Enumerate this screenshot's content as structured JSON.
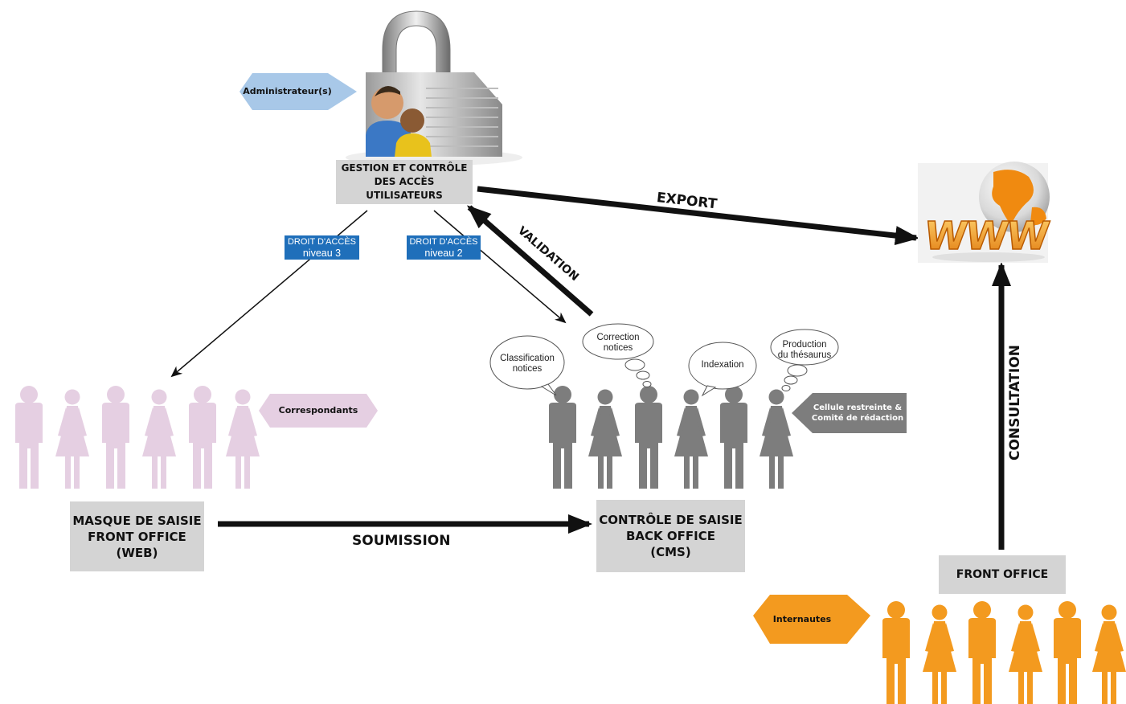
{
  "admin": {
    "role_label": "Administrateur(s)",
    "box": {
      "line1": "GESTION ET CONTRÔLE",
      "line2": "DES ACCÈS UTILISATEURS"
    },
    "icon": "padlock-with-users-icon"
  },
  "access_badges": [
    {
      "line1": "DROIT D'ACCÈS",
      "line2": "niveau 3"
    },
    {
      "line1": "DROIT D'ACCÈS",
      "line2": "niveau 2"
    }
  ],
  "flows": {
    "export": "EXPORT",
    "validation": "VALIDATION",
    "soumission": "SOUMISSION",
    "consultation": "CONSULTATION"
  },
  "web": {
    "icon": "www-globe-icon"
  },
  "front_entry": {
    "box": {
      "line1": "MASQUE DE SAISIE",
      "line2": "FRONT OFFICE",
      "line3": "(WEB)"
    },
    "role_label": "Correspondants"
  },
  "back_office": {
    "box": {
      "line1": "CONTRÔLE DE SAISIE",
      "line2": "BACK OFFICE",
      "line3": "(CMS)"
    },
    "role_label": {
      "line1": "Cellule restreinte &",
      "line2": "Comité de rédaction"
    },
    "bubbles": {
      "classification": {
        "line1": "Classification",
        "line2": "notices"
      },
      "correction": {
        "line1": "Correction",
        "line2": "notices"
      },
      "indexation": {
        "line1": "Indexation"
      },
      "production": {
        "line1": "Production",
        "line2": "du thésaurus"
      }
    }
  },
  "public": {
    "box_label": "FRONT OFFICE",
    "role_label": "Internautes"
  },
  "colors": {
    "admin_tag": "#a8c8e8",
    "correspondants": "#e5cfe2",
    "staff": "#7d7d7d",
    "internautes": "#f39a1f",
    "badge": "#1f6fba",
    "box": "#d4d4d4",
    "arrow": "#111111"
  }
}
